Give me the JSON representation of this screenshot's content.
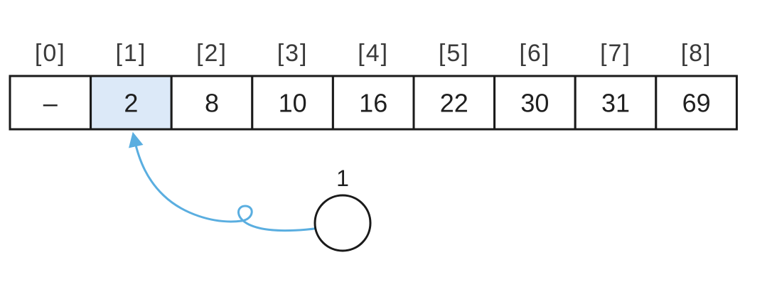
{
  "diagram": {
    "indices": [
      "[0]",
      "[1]",
      "[2]",
      "[3]",
      "[4]",
      "[5]",
      "[6]",
      "[7]",
      "[8]"
    ],
    "cells": [
      "–",
      "2",
      "8",
      "10",
      "16",
      "22",
      "30",
      "31",
      "69"
    ],
    "highlighted_index": 1,
    "node_label": "1",
    "colors": {
      "highlight_fill": "#dce9f8",
      "arrow": "#5aaee0",
      "border": "#1a1a1a"
    }
  }
}
